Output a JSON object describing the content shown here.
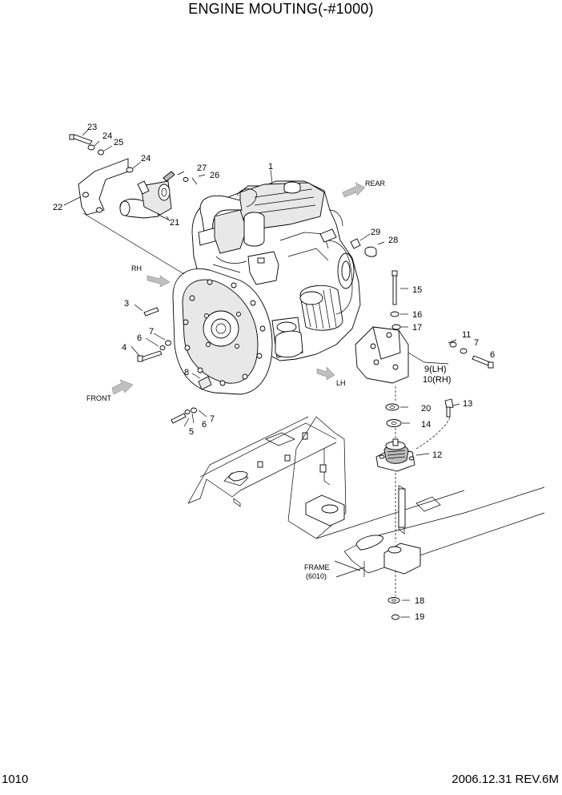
{
  "title": "ENGINE MOUTING(-#1000)",
  "footer": {
    "page": "1010",
    "revision": "2006.12.31 REV.6M"
  },
  "directions": {
    "rear": "REAR",
    "rh": "RH",
    "lh": "LH",
    "front": "FRONT"
  },
  "frame": {
    "line1": "FRAME",
    "line2": "(6010)"
  },
  "callouts": {
    "c1": "1",
    "c3": "3",
    "c4": "4",
    "c5": "5",
    "c6a": "6",
    "c6b": "6",
    "c6c": "6",
    "c7a": "7",
    "c7b": "7",
    "c7c": "7",
    "c8": "8",
    "c9": "9(LH)",
    "c10": "10(RH)",
    "c11": "11",
    "c12": "12",
    "c13": "13",
    "c14": "14",
    "c15": "15",
    "c16": "16",
    "c17": "17",
    "c18": "18",
    "c19": "19",
    "c20": "20",
    "c21": "21",
    "c22": "22",
    "c23": "23",
    "c24a": "24",
    "c24b": "24",
    "c25": "25",
    "c26": "26",
    "c27": "27",
    "c28": "28",
    "c29": "29"
  }
}
